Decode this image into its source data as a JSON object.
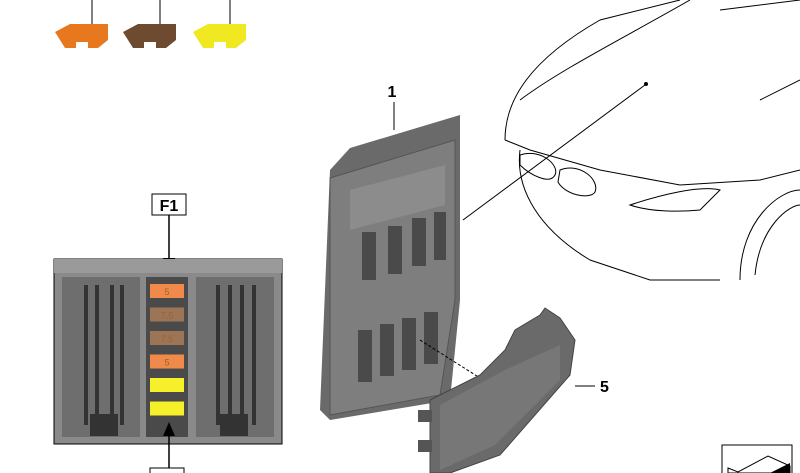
{
  "callouts": {
    "part_1": "1",
    "part_5": "5",
    "fuse_position": "F1"
  },
  "fuses": [
    {
      "rating": "5",
      "color": "#f08a4a"
    },
    {
      "rating": "7.5",
      "color": "#9c7556"
    },
    {
      "rating": "7.5",
      "color": "#9c7556"
    },
    {
      "rating": "5",
      "color": "#f08a4a"
    },
    {
      "rating": "",
      "color": "#f5f02a"
    },
    {
      "rating": "",
      "color": "#f5f02a"
    }
  ],
  "legend_fuses": [
    {
      "color": "#e8781e"
    },
    {
      "color": "#6e4a30"
    },
    {
      "color": "#f0e820"
    }
  ]
}
